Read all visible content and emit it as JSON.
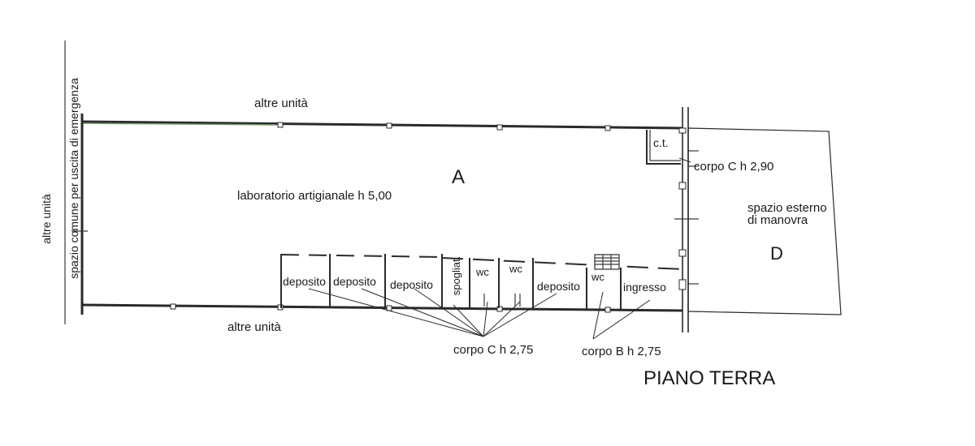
{
  "labels": {
    "altre_unita_top": "altre unità",
    "altre_unita_bottom": "altre unità",
    "altre_unita_left": "altre unità",
    "spazio_comune": "spazio comune per uscita di emergenza",
    "zone_a": "A",
    "laboratorio": "laboratorio  artigianale h 5,00",
    "ct": "c.t.",
    "corpo_c_290": "corpo C h 2,90",
    "spazio_esterno_1": "spazio esterno",
    "spazio_esterno_2": "di manovra",
    "zone_d": "D",
    "deposito_1": "deposito",
    "deposito_2": "deposito",
    "deposito_3": "deposito",
    "spogliat": "spogliat.",
    "wc_1": "wc",
    "wc_2": "wc",
    "deposito_4": "deposito",
    "wc_3": "wc",
    "ingresso": "ingresso",
    "corpo_c_275": "corpo C h 2,75",
    "corpo_b_275": "corpo B h 2,75",
    "piano_terra": "PIANO  TERRA"
  },
  "colors": {
    "ink": "#1a1a1a",
    "wall_accent": "#6a8a5a"
  }
}
